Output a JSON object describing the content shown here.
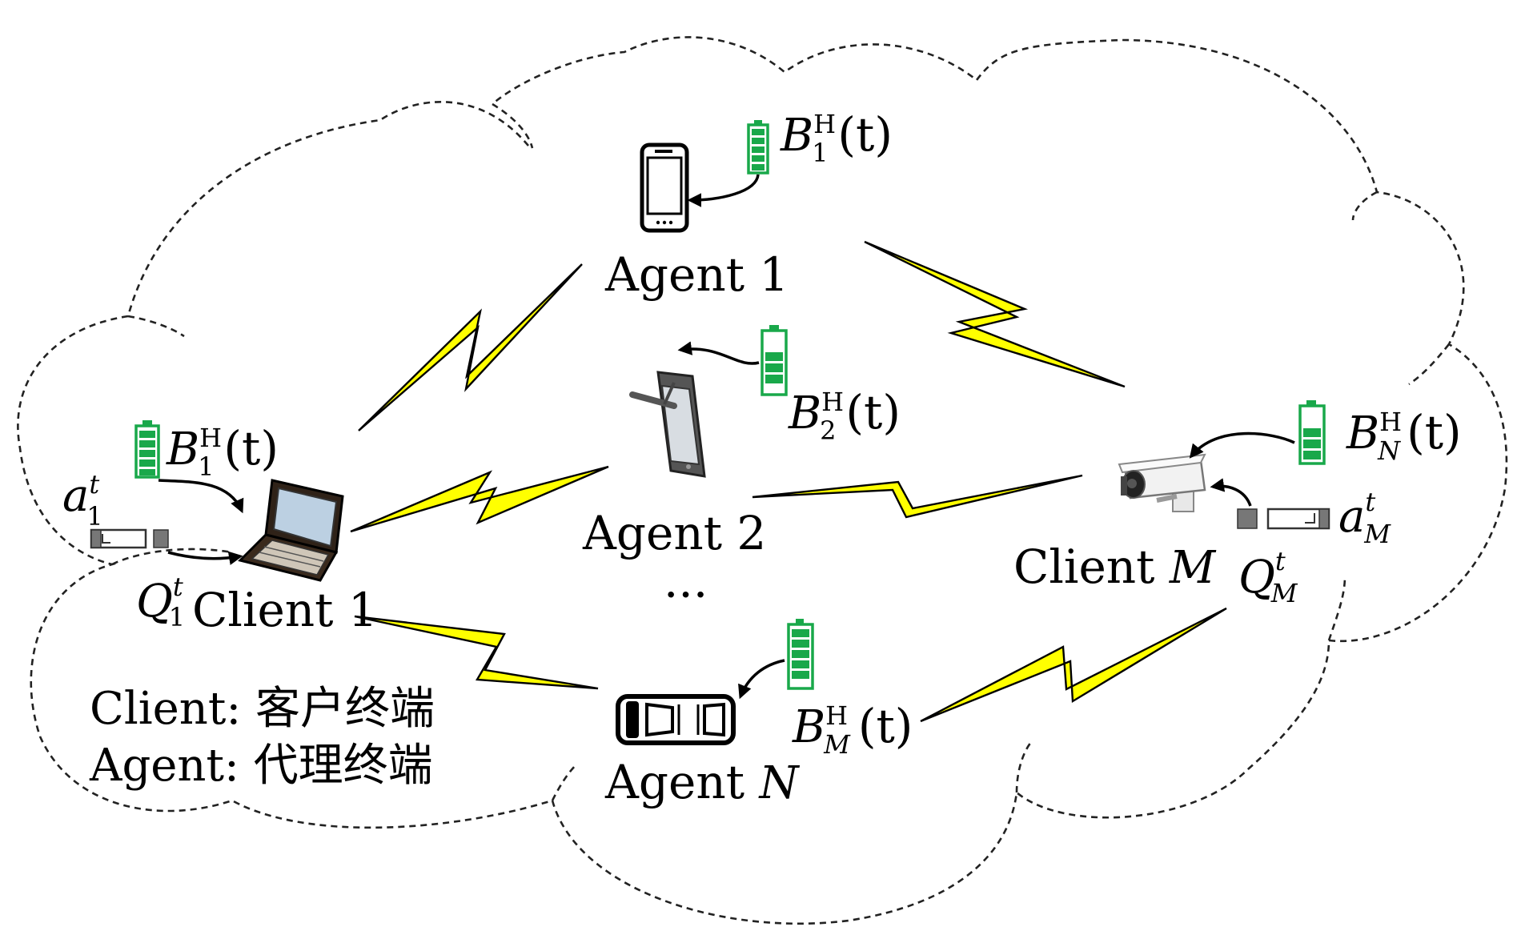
{
  "agents": [
    {
      "name": "Agent 1",
      "battery": {
        "base": "B",
        "sup": "H",
        "sub": "1",
        "arg": "(t)"
      }
    },
    {
      "name": "Agent 2",
      "battery": {
        "base": "B",
        "sup": "H",
        "sub": "2",
        "arg": "(t)"
      }
    },
    {
      "name_prefix": "Agent ",
      "name_var": "N",
      "battery": {
        "base": "B",
        "sup": "H",
        "sub": "M",
        "arg": "(t)"
      }
    }
  ],
  "ellipsis": "···",
  "clients": [
    {
      "name": "Client 1",
      "battery": {
        "base": "B",
        "sup": "H",
        "sub": "1",
        "arg": "(t)"
      },
      "arrival": {
        "base": "a",
        "sup": "t",
        "sub": "1"
      },
      "queue": {
        "base": "Q",
        "sup": "t",
        "sub": "1"
      }
    },
    {
      "name_prefix": "Client ",
      "name_var": "M",
      "battery": {
        "base": "B",
        "sup": "H",
        "sub": "N",
        "arg": "(t)"
      },
      "arrival": {
        "base": "a",
        "sup": "t",
        "sub": "M"
      },
      "queue": {
        "base": "Q",
        "sup": "t",
        "sub": "M"
      }
    }
  ],
  "legend": {
    "client": "Client: 客户终端",
    "agent": "Agent: 代理终端"
  },
  "colors": {
    "battery": "#19a84a",
    "lightning": "#ffff00",
    "outline": "#000000"
  },
  "icons": {
    "agent_1": "smartphone-icon",
    "agent_2": "tablet-icon",
    "agent_n": "car-icon",
    "client_1": "laptop-icon",
    "client_m": "security-camera-icon",
    "energy": "battery-icon",
    "queue": "queue-buffer-icon",
    "link": "lightning-bolt-icon"
  }
}
